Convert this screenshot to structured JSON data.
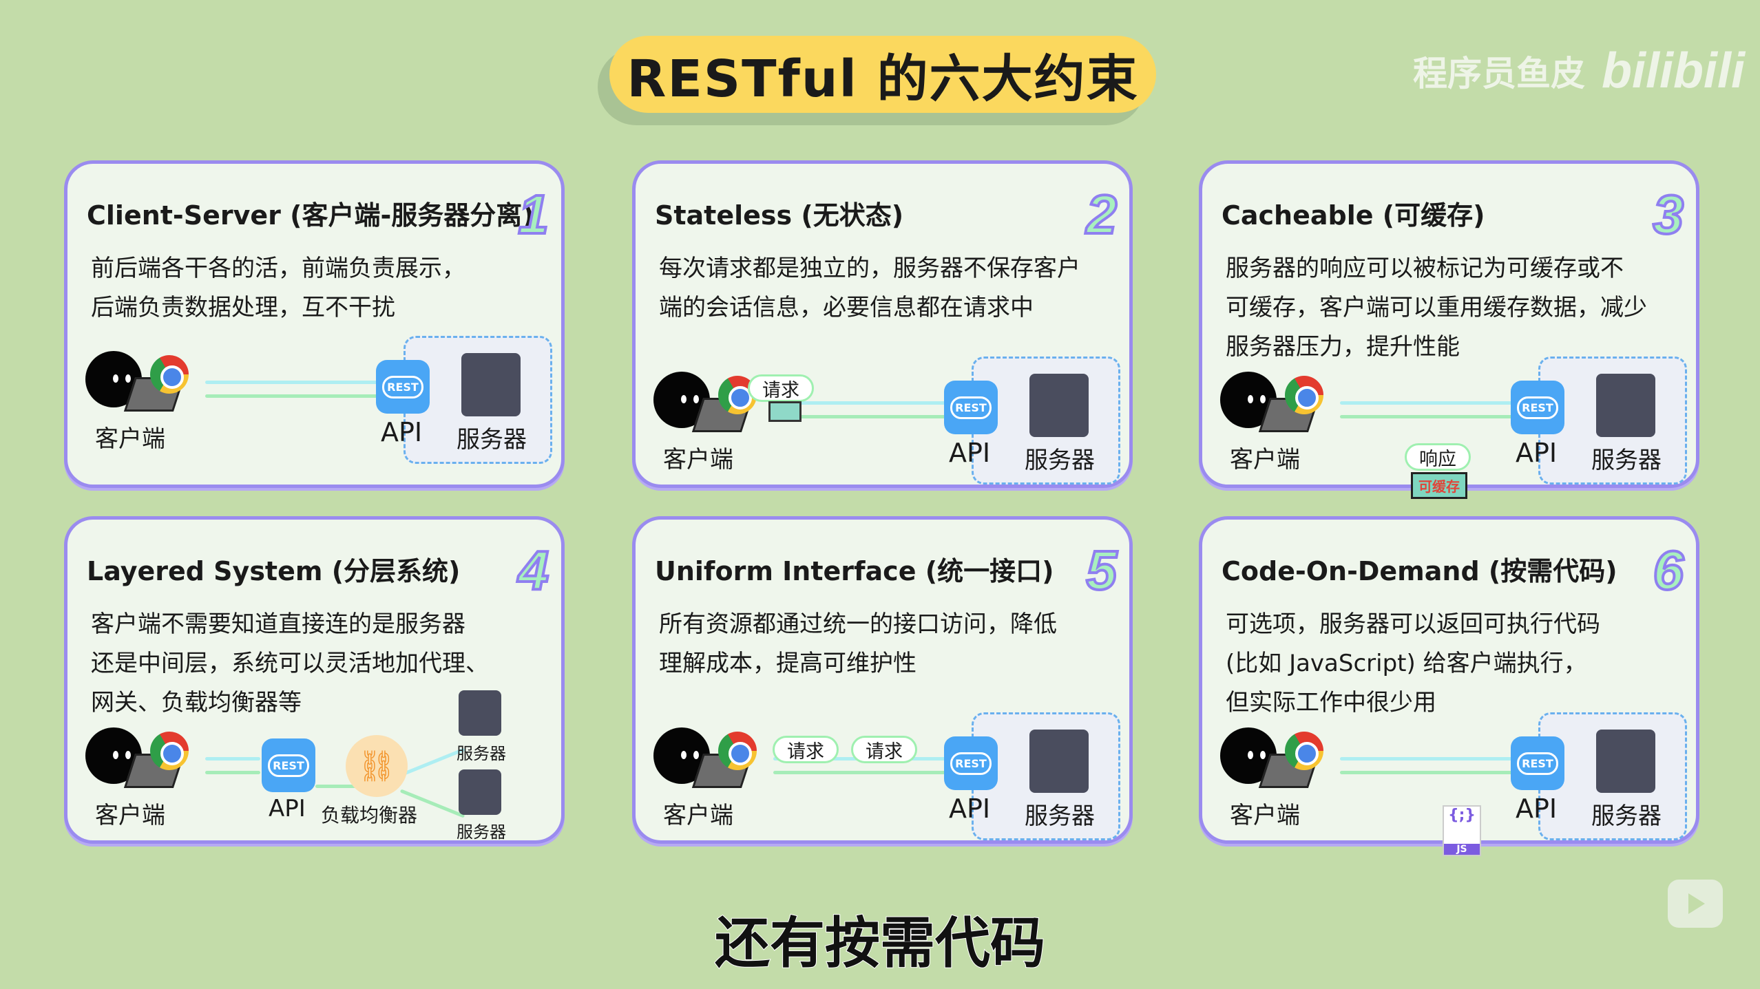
{
  "title": "RESTful 的六大约束",
  "watermark": {
    "author": "程序员鱼皮",
    "brand": "bilibili"
  },
  "labels": {
    "client": "客户端",
    "api": "API",
    "server": "服务器",
    "rest_badge": "REST",
    "load_balancer": "负载均衡器",
    "request": "请求",
    "response": "响应",
    "cacheable_tag": "可缓存",
    "js_code": "{;}",
    "js_tag": "JS"
  },
  "cards": [
    {
      "number": "1",
      "title": "Client-Server (客户端-服务器分离)",
      "desc": [
        "前后端各干各的活，前端负责展示，",
        "后端负责数据处理，互不干扰"
      ]
    },
    {
      "number": "2",
      "title": "Stateless (无状态)",
      "desc": [
        "每次请求都是独立的，服务器不保存客户",
        "端的会话信息，必要信息都在请求中"
      ]
    },
    {
      "number": "3",
      "title": "Cacheable (可缓存)",
      "desc": [
        "服务器的响应可以被标记为可缓存或不",
        "可缓存，客户端可以重用缓存数据，减少",
        "服务器压力，提升性能"
      ]
    },
    {
      "number": "4",
      "title": "Layered System (分层系统)",
      "desc": [
        "客户端不需要知道直接连的是服务器",
        "还是中间层，系统可以灵活地加代理、",
        "网关、负载均衡器等"
      ]
    },
    {
      "number": "5",
      "title": "Uniform Interface (统一接口)",
      "desc": [
        "所有资源都通过统一的接口访问，降低",
        "理解成本，提高可维护性"
      ]
    },
    {
      "number": "6",
      "title": "Code-On-Demand (按需代码)",
      "desc": [
        "可选项，服务器可以返回可执行代码",
        "(比如 JavaScript) 给客户端执行，",
        "但实际工作中很少用"
      ]
    }
  ],
  "subtitle": "还有按需代码",
  "colors": {
    "background": "#c3dca9",
    "title_pill": "#fbd85e",
    "card_border": "#9a8bef",
    "card_bg": "#eff6ec",
    "rest_blue": "#4aa6f5"
  }
}
